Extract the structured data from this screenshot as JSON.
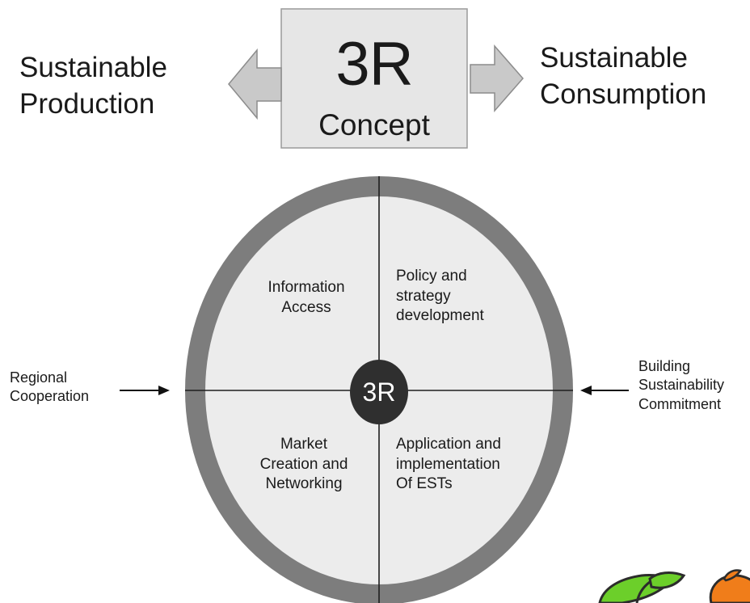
{
  "header": {
    "title_big": "3R",
    "title_sub": "Concept",
    "left_label_lines": [
      "Sustainable",
      "Production"
    ],
    "right_label_lines": [
      "Sustainable",
      "Consumption"
    ]
  },
  "circle": {
    "hub_label": "3R",
    "quadrants": {
      "top_left_lines": [
        "Information",
        "Access"
      ],
      "top_right_lines": [
        "Policy and",
        "strategy",
        "development"
      ],
      "bottom_left_lines": [
        "Market",
        "Creation and",
        "Networking"
      ],
      "bottom_right_lines": [
        "Application and",
        "implementation",
        "Of ESTs"
      ]
    },
    "left_input_lines": [
      "Regional",
      "Cooperation"
    ],
    "right_input_lines": [
      "Building",
      "Sustainability",
      "Commitment"
    ]
  },
  "colors": {
    "ring": "#7d7d7d",
    "disc": "#ececec",
    "hub": "#2f2f2f",
    "box_fill": "#e6e6e6",
    "arrow_fill": "#c9c9c9",
    "leaf_green": "#6ccf2a",
    "fruit_orange": "#f07d1a"
  }
}
